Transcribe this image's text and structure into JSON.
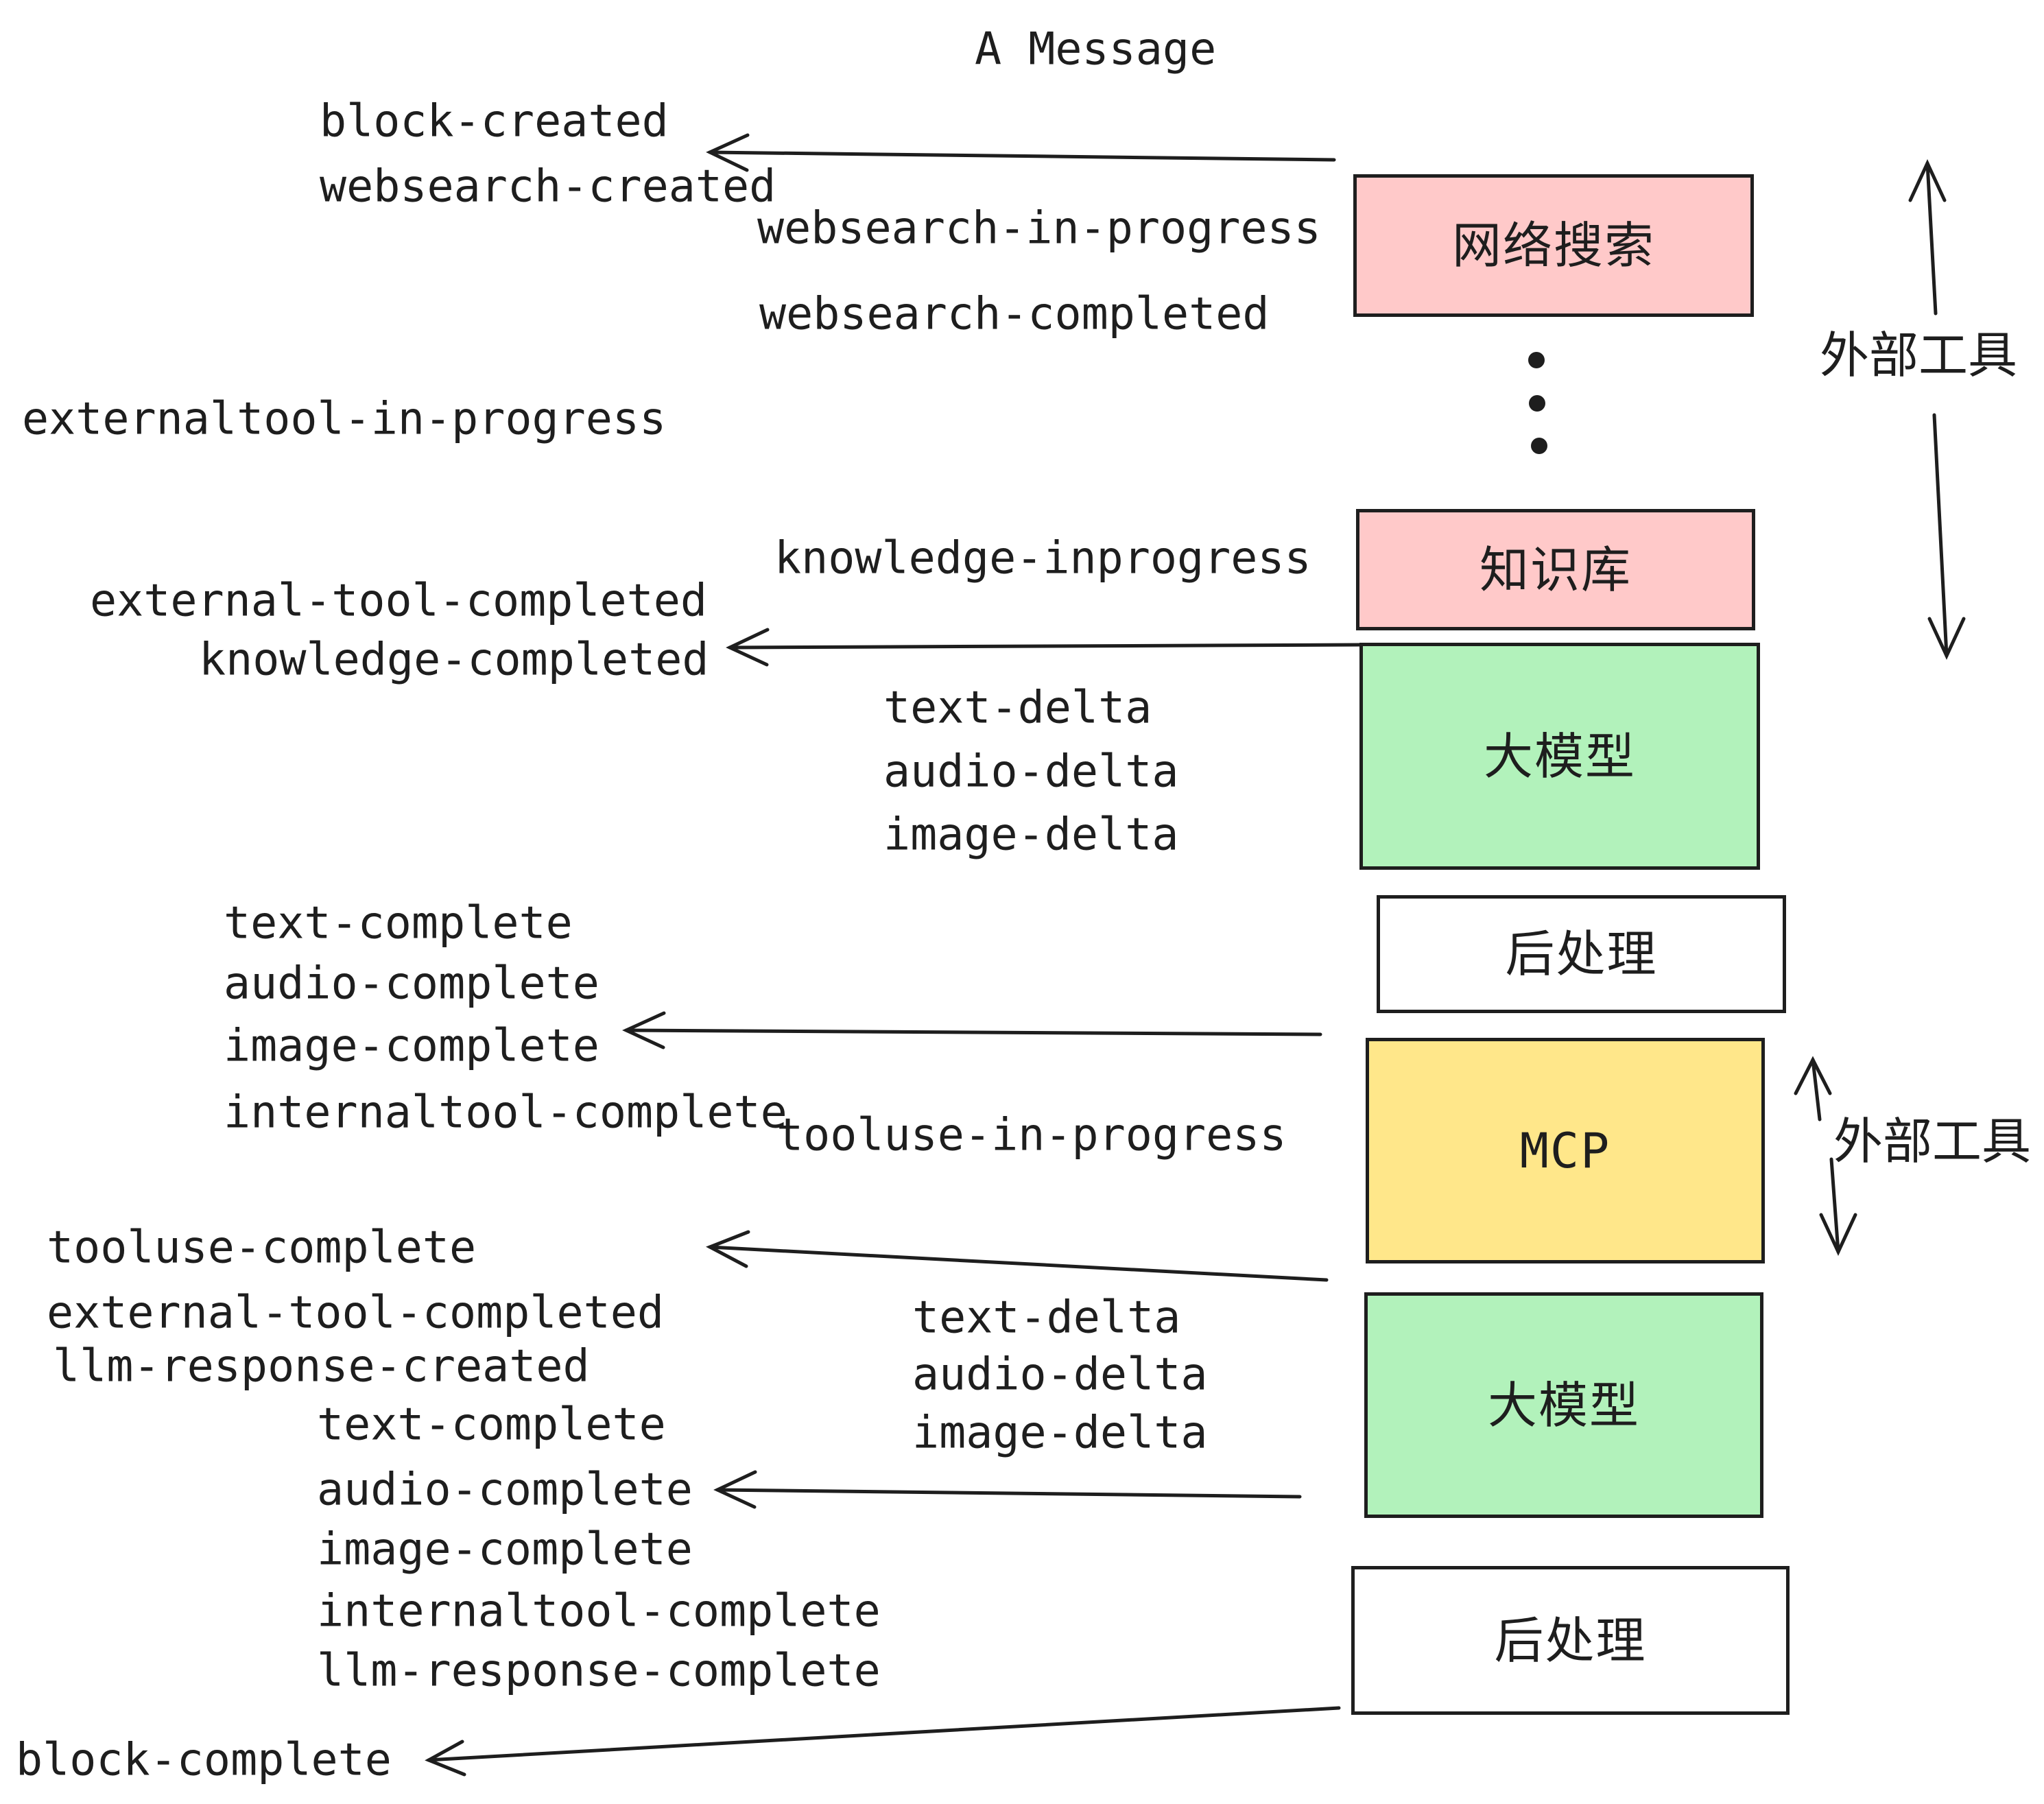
{
  "title": "A Message",
  "colors": {
    "ink": "#1e1e1e",
    "pink": "#ffc9c9",
    "green": "#b2f2bb",
    "yellow": "#ffe78a",
    "white": "#ffffff"
  },
  "boxes": {
    "websearch": "网络搜索",
    "knowledge": "知识库",
    "llm": "大模型",
    "post": "后处理",
    "mcp": "MCP"
  },
  "annotations": {
    "external_tools": "外部工具"
  },
  "icons": {
    "left_arrow": "arrow pointing left",
    "up_arrow": "arrow pointing up",
    "down_arrow": "arrow pointing down",
    "ellipsis_dots": "vertical ellipsis between tool boxes"
  },
  "events": {
    "block_created": "block-created",
    "websearch_created": "websearch-created",
    "websearch_in_progress": "websearch-in-progress",
    "websearch_completed": "websearch-completed",
    "externaltool_in_progress": "externaltool-in-progress",
    "knowledge_inprogress": "knowledge-inprogress",
    "external_tool_completed": "external-tool-completed",
    "knowledge_completed": "knowledge-completed",
    "text_delta": "text-delta",
    "audio_delta": "audio-delta",
    "image_delta": "image-delta",
    "text_complete": "text-complete",
    "audio_complete": "audio-complete",
    "image_complete": "image-complete",
    "internaltool_complete": "internaltool-complete",
    "tooluse_in_progress": "tooluse-in-progress",
    "tooluse_complete": "tooluse-complete",
    "llm_response_created": "llm-response-created",
    "llm_response_complete": "llm-response-complete",
    "block_complete": "block-complete"
  }
}
